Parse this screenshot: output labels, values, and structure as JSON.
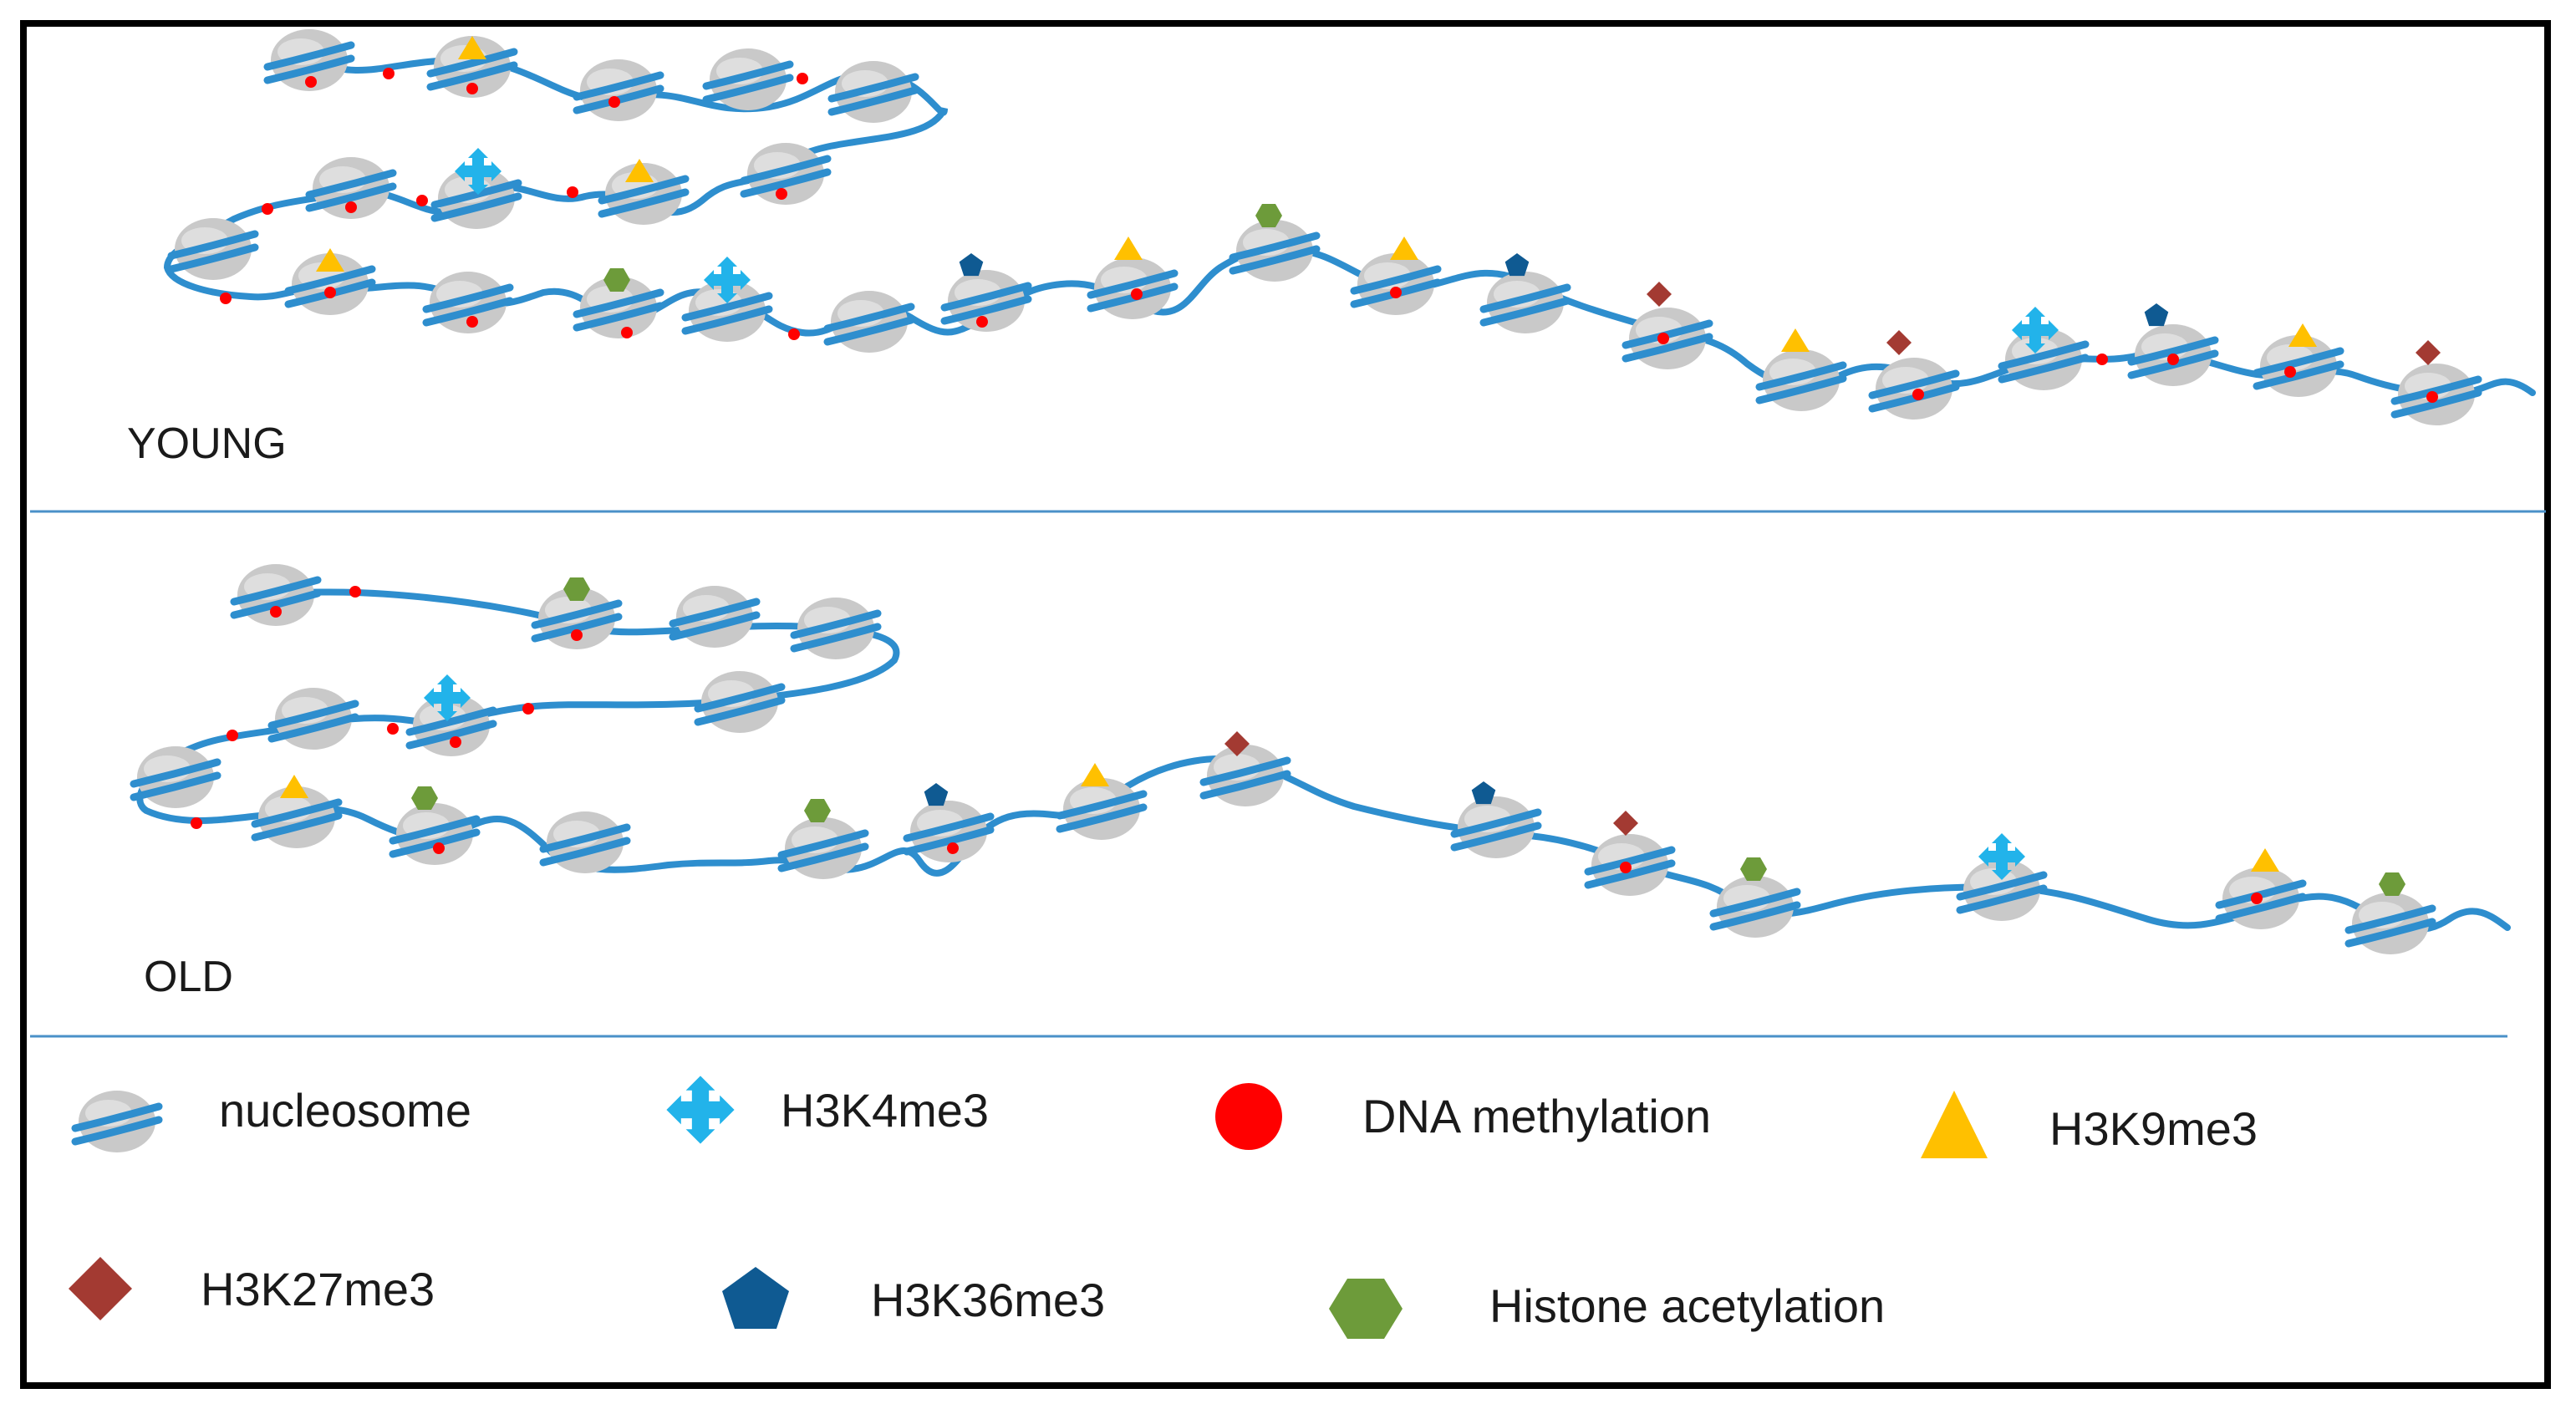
{
  "panels": {
    "young": {
      "label": "YOUNG"
    },
    "old": {
      "label": "OLD"
    }
  },
  "legend": {
    "nucleosome": "nucleosome",
    "h3k4me3": "H3K4me3",
    "dna_methylation": "DNA methylation",
    "h3k9me3": "H3K9me3",
    "h3k27me3": "H3K27me3",
    "h3k36me3": "H3K36me3",
    "histone_acetylation": "Histone acetylation"
  },
  "colors": {
    "dna_strand": "#2e8ece",
    "nucleosome": "#c9c9c9",
    "h3k4me3": "#22b3ea",
    "dna_methylation": "#ff0000",
    "h3k9me3": "#ffc000",
    "h3k27me3": "#a33a32",
    "h3k36me3": "#0f5a92",
    "histone_acetylation": "#6d9b3a",
    "divider": "#4a90c8",
    "frame": "#000000"
  }
}
